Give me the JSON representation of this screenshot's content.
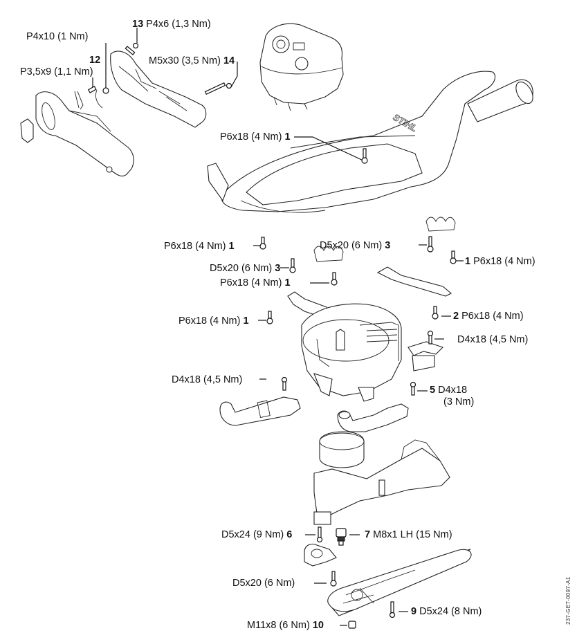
{
  "diagram": {
    "type": "exploded-parts-view",
    "brand_marking": "STIHL",
    "reference_code": "237-GET-0097-A1",
    "callouts": [
      {
        "id": "c-p4x10",
        "part_no": "",
        "text": "P4x10 (1 Nm)"
      },
      {
        "id": "c-13",
        "part_no": "13",
        "text": "P4x6 (1,3 Nm)"
      },
      {
        "id": "c-12",
        "part_no": "12",
        "text": ""
      },
      {
        "id": "c-p35x9",
        "part_no": "",
        "text": "P3,5x9 (1,1 Nm)"
      },
      {
        "id": "c-14",
        "part_no": "14",
        "text": "M5x30 (3,5 Nm)"
      },
      {
        "id": "c-1a",
        "part_no": "1",
        "text": "P6x18 (4 Nm)"
      },
      {
        "id": "c-1b",
        "part_no": "1",
        "text": "P6x18 (4 Nm)"
      },
      {
        "id": "c-3a",
        "part_no": "3",
        "text": "D5x20 (6 Nm)"
      },
      {
        "id": "c-1c",
        "part_no": "1",
        "text": "P6x18 (4 Nm)"
      },
      {
        "id": "c-3b",
        "part_no": "3",
        "text": "D5x20 (6 Nm)"
      },
      {
        "id": "c-1d",
        "part_no": "1",
        "text": "P6x18 (4 Nm)"
      },
      {
        "id": "c-1e",
        "part_no": "1",
        "text": "P6x18 (4 Nm)"
      },
      {
        "id": "c-2",
        "part_no": "2",
        "text": "P6x18 (4 Nm)"
      },
      {
        "id": "c-d4x18a",
        "part_no": "",
        "text": "D4x18 (4,5 Nm)"
      },
      {
        "id": "c-d4x18b",
        "part_no": "",
        "text": "D4x18 (4,5 Nm)"
      },
      {
        "id": "c-5",
        "part_no": "5",
        "text": "D4x18",
        "text2": "(3 Nm)"
      },
      {
        "id": "c-6",
        "part_no": "6",
        "text": "D5x24 (9 Nm)"
      },
      {
        "id": "c-7",
        "part_no": "7",
        "text": "M8x1 LH (15 Nm)"
      },
      {
        "id": "c-d5x20",
        "part_no": "",
        "text": "D5x20 (6 Nm)"
      },
      {
        "id": "c-9",
        "part_no": "9",
        "text": "D5x24 (8 Nm)"
      },
      {
        "id": "c-10",
        "part_no": "10",
        "text": "M11x8 (6 Nm)"
      }
    ]
  }
}
